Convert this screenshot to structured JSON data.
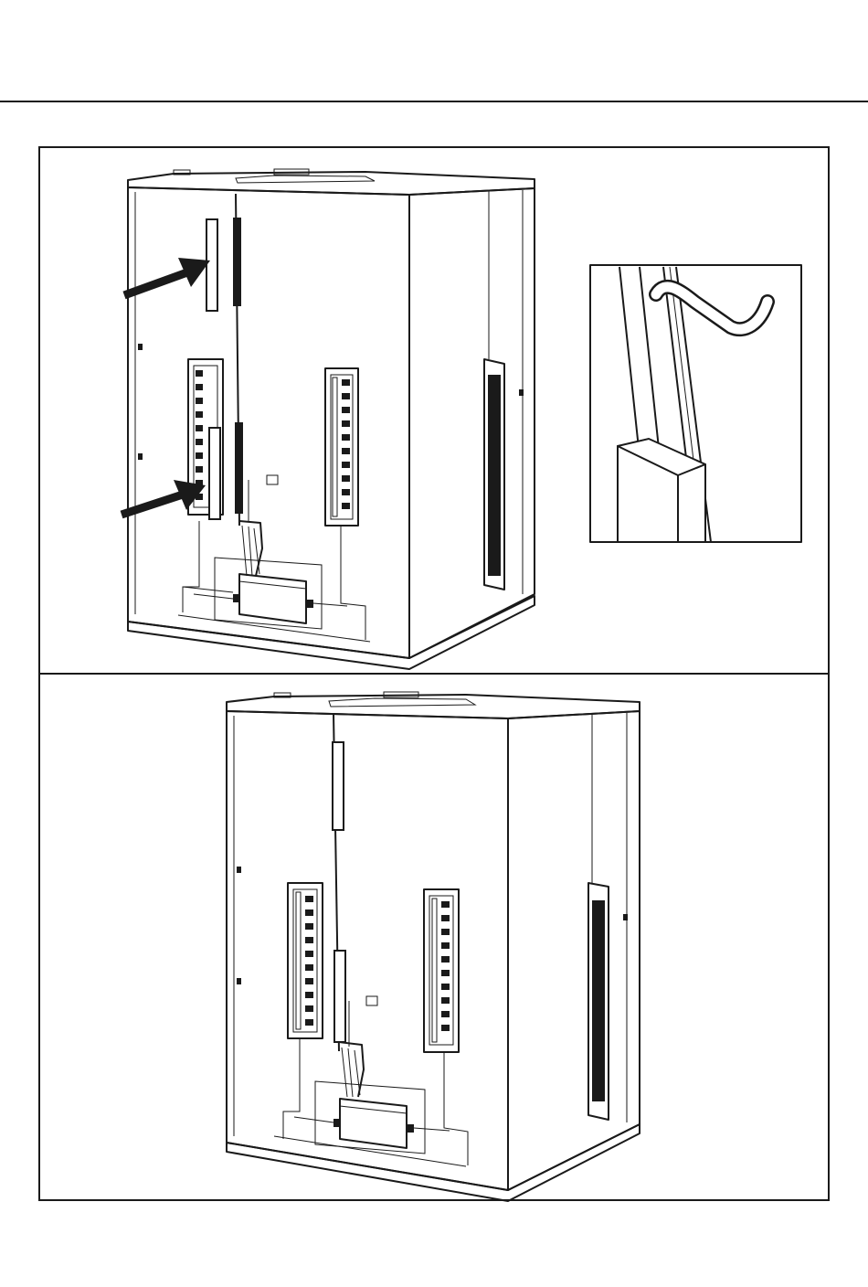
{
  "document": {
    "header_rule": true,
    "figures": [
      {
        "id": "figure-top",
        "has_detail_inset": true,
        "arrows": 2
      },
      {
        "id": "figure-bottom",
        "has_detail_inset": false,
        "arrows": 0
      }
    ]
  },
  "colors": {
    "ink": "#1a1a1a",
    "paper": "#ffffff"
  }
}
